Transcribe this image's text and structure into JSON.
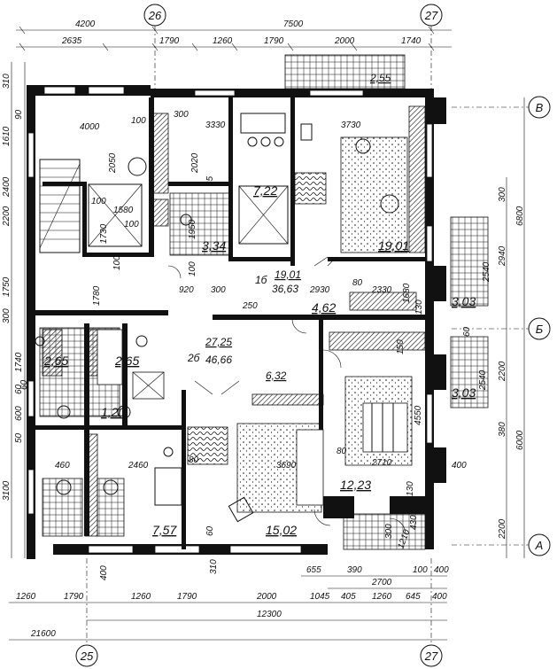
{
  "axes": {
    "a26": "26",
    "a27_top": "27",
    "a25": "25",
    "a27_bottom": "27",
    "aB": "В",
    "aB6": "Б",
    "aA": "А"
  },
  "dims_top": {
    "d4200": "4200",
    "d7500": "7500",
    "d2635": "2635",
    "d1790a": "1790",
    "d1260a": "1260",
    "d1790b": "1790",
    "d2000a": "2000",
    "d1740": "1740"
  },
  "dims_bottom": {
    "d1260a": "1260",
    "d1790a": "1790",
    "d1260b": "1260",
    "d1790b": "1790",
    "d2000": "2000",
    "d1045": "1045",
    "d405": "405",
    "d1260c": "1260",
    "d645": "645",
    "d400": "400",
    "d12300": "12300",
    "d21600": "21600",
    "d655": "655",
    "d390": "390",
    "d2700": "2700",
    "d100": "100",
    "d400b": "400",
    "d310": "310"
  },
  "dims_left": {
    "d310": "310",
    "d90": "90",
    "d1610": "1610",
    "d2400": "2400",
    "d2200": "2200",
    "d1750": "1750",
    "d300": "300",
    "d1740": "1740",
    "d60": "60",
    "d600": "600",
    "d50": "50",
    "d3100": "3100",
    "d400": "400"
  },
  "dims_right": {
    "d300": "300",
    "d6800": "6800",
    "d2940": "2940",
    "d2540a": "2540",
    "d60": "60",
    "d2200": "2200",
    "d2540b": "2540",
    "d380": "380",
    "d6000": "6000",
    "d2200b": "2200",
    "d400": "400"
  },
  "interior_dims": {
    "d4000": "4000",
    "d100a": "100",
    "d300a": "300",
    "d3330": "3330",
    "d3730": "3730",
    "d2050": "2050",
    "d2020": "2020",
    "d65": "65",
    "d100b": "100",
    "d1580": "1580",
    "d100c": "100",
    "d1730": "1730",
    "d1950": "1950",
    "d100d": "100",
    "d1780": "1780",
    "d100e": "100",
    "d920": "920",
    "d300b": "300",
    "d250": "250",
    "d2930": "2930",
    "d80a": "80",
    "d2330": "2330",
    "d1680": "1680",
    "d130": "130",
    "d150": "150",
    "d60a": "60",
    "d2460": "2460",
    "d460": "460",
    "d3690": "3690",
    "d80b": "80",
    "d80c": "80",
    "d2710": "2710",
    "d4550": "4550",
    "d130b": "130",
    "d60b": "60",
    "d300c": "300",
    "d1210": "1210",
    "d430": "430"
  },
  "areas": {
    "a255": "2,55",
    "a722": "7,22",
    "a1901": "19,01",
    "a334": "3,34",
    "a1b": "1б",
    "a1901b": "19,01",
    "a3663": "36,63",
    "a462": "4,62",
    "a303a": "3,03",
    "a303b": "3,03",
    "a2725": "27,25",
    "a2b": "2б",
    "a4666": "46,66",
    "a265a": "2,65",
    "a265b": "2,65",
    "a632": "6,32",
    "a120": "1,20",
    "a1223": "12,23",
    "a757": "7,57",
    "a1502": "15,02"
  }
}
